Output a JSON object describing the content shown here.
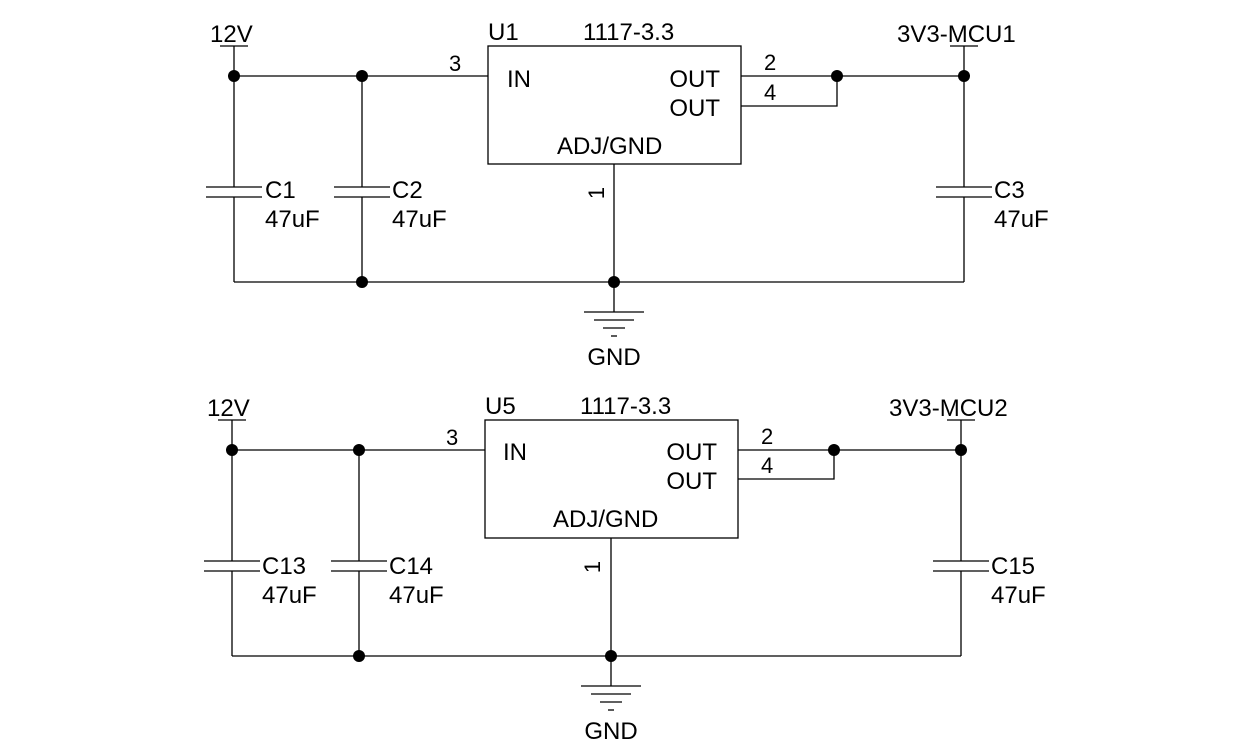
{
  "circuits": [
    {
      "power_label": "12V",
      "ref": "U1",
      "part": "1117-3.3",
      "pin_in_num": "3",
      "pin_in_name": "IN",
      "pin_out1_num": "2",
      "pin_out1_name": "OUT",
      "pin_out2_num": "4",
      "pin_out2_name": "OUT",
      "pin_gnd_num": "1",
      "pin_gnd_name": "ADJ/GND",
      "out_label": "3V3-MCU1",
      "gnd_label": "GND",
      "caps": [
        {
          "ref": "C1",
          "value": "47uF"
        },
        {
          "ref": "C2",
          "value": "47uF"
        },
        {
          "ref": "C3",
          "value": "47uF"
        }
      ]
    },
    {
      "power_label": "12V",
      "ref": "U5",
      "part": "1117-3.3",
      "pin_in_num": "3",
      "pin_in_name": "IN",
      "pin_out1_num": "2",
      "pin_out1_name": "OUT",
      "pin_out2_num": "4",
      "pin_out2_name": "OUT",
      "pin_gnd_num": "1",
      "pin_gnd_name": "ADJ/GND",
      "out_label": "3V3-MCU2",
      "gnd_label": "GND",
      "caps": [
        {
          "ref": "C13",
          "value": "47uF"
        },
        {
          "ref": "C14",
          "value": "47uF"
        },
        {
          "ref": "C15",
          "value": "47uF"
        }
      ]
    }
  ]
}
